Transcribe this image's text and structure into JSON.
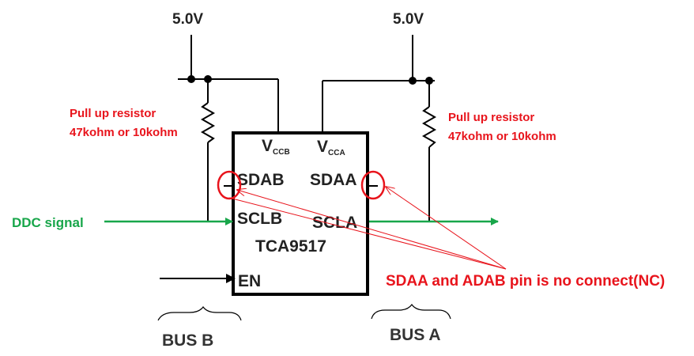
{
  "supply": {
    "left_label": "5.0V",
    "right_label": "5.0V"
  },
  "resistor": {
    "left_line1": "Pull up resistor",
    "left_line2": "47kohm or 10kohm",
    "right_line1": "Pull up resistor",
    "right_line2": "47kohm or 10kohm"
  },
  "chip": {
    "name": "TCA9517",
    "vccb_main": "V",
    "vccb_sub": "CCB",
    "vcca_main": "V",
    "vcca_sub": "CCA",
    "pin_sdab": "SDAB",
    "pin_sdaa": "SDAA",
    "pin_sclb": "SCLB",
    "pin_scla": "SCLA",
    "pin_en": "EN"
  },
  "signal": {
    "label": "DDC signal"
  },
  "note": {
    "text": "SDAA and ADAB pin is no connect(NC)"
  },
  "bus": {
    "left": "BUS B",
    "right": "BUS A"
  },
  "colors": {
    "annotation": "#e8141c",
    "signal": "#18a64a",
    "wire": "#000000"
  }
}
